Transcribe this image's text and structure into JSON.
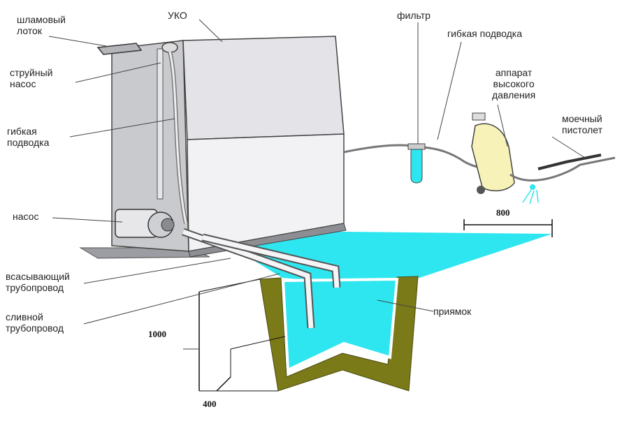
{
  "labels": {
    "shlam_lotok": "шламовый\nлоток",
    "uko": "УКО",
    "struyny_nasos": "струйный\nнасос",
    "gibkaya_podvodka_left": "гибкая\nподводка",
    "nasos": "насос",
    "vsasyvayushchy": "всасывающий\nтрубопровод",
    "slivnoy": "сливной\nтрубопровод",
    "filtr": "фильтр",
    "gibkaya_podvodka_right": "гибкая подводка",
    "apparat": "аппарат\nвысокого\nдавления",
    "moechny_pistolet": "моечный\nпистолет",
    "priyamok": "приямок",
    "dim_800": "800",
    "dim_1000": "1000",
    "dim_400": "400"
  },
  "colors": {
    "water": "#2ee6ef",
    "soil": "#7b7a18",
    "tank_light": "#efeff2",
    "tank_side": "#c9cace",
    "machine": "#f6f2b8"
  }
}
